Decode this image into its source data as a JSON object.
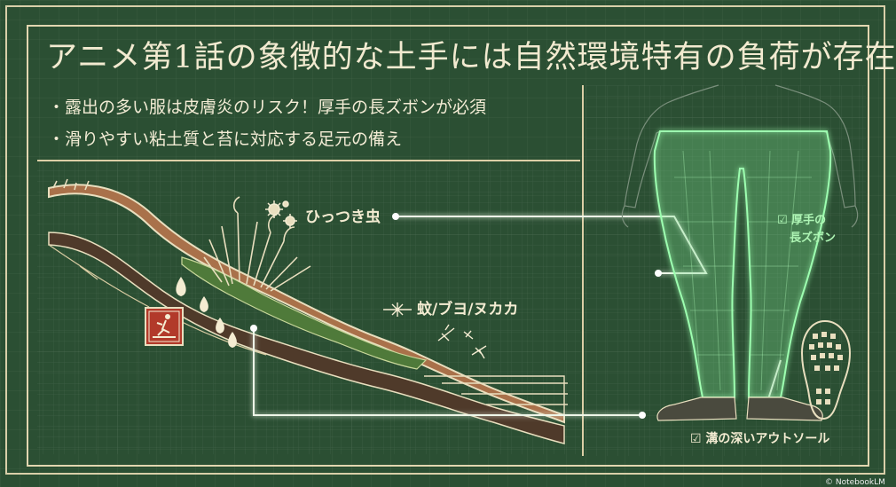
{
  "title": "アニメ第1話の象徴的な土手には自然環境特有の負荷が存在",
  "bullets": [
    "露出の多い服は皮膚炎のリスク！厚手の長ズボンが必須",
    "滑りやすい粘土質と苔に対応する足元の備え"
  ],
  "labels": {
    "hitsuki": "ひっつき虫",
    "insects": "蚊/ブヨ/ヌカカ",
    "pants_line1": "☑ 厚手の",
    "pants_line2": "長ズボン",
    "sole": "☑ 溝の深いアウトソール"
  },
  "credit": "© NotebookLM",
  "colors": {
    "board": "#2b4f33",
    "chalk": "#e9dfbf",
    "glow": "#9dffb0",
    "warning": "#c0392b",
    "soil": "#a9714a"
  },
  "icons": [
    "burr-icon",
    "mosquito-icon",
    "water-drop-icon",
    "slip-warning-icon",
    "boot-sole-icon",
    "pants-mannequin"
  ]
}
